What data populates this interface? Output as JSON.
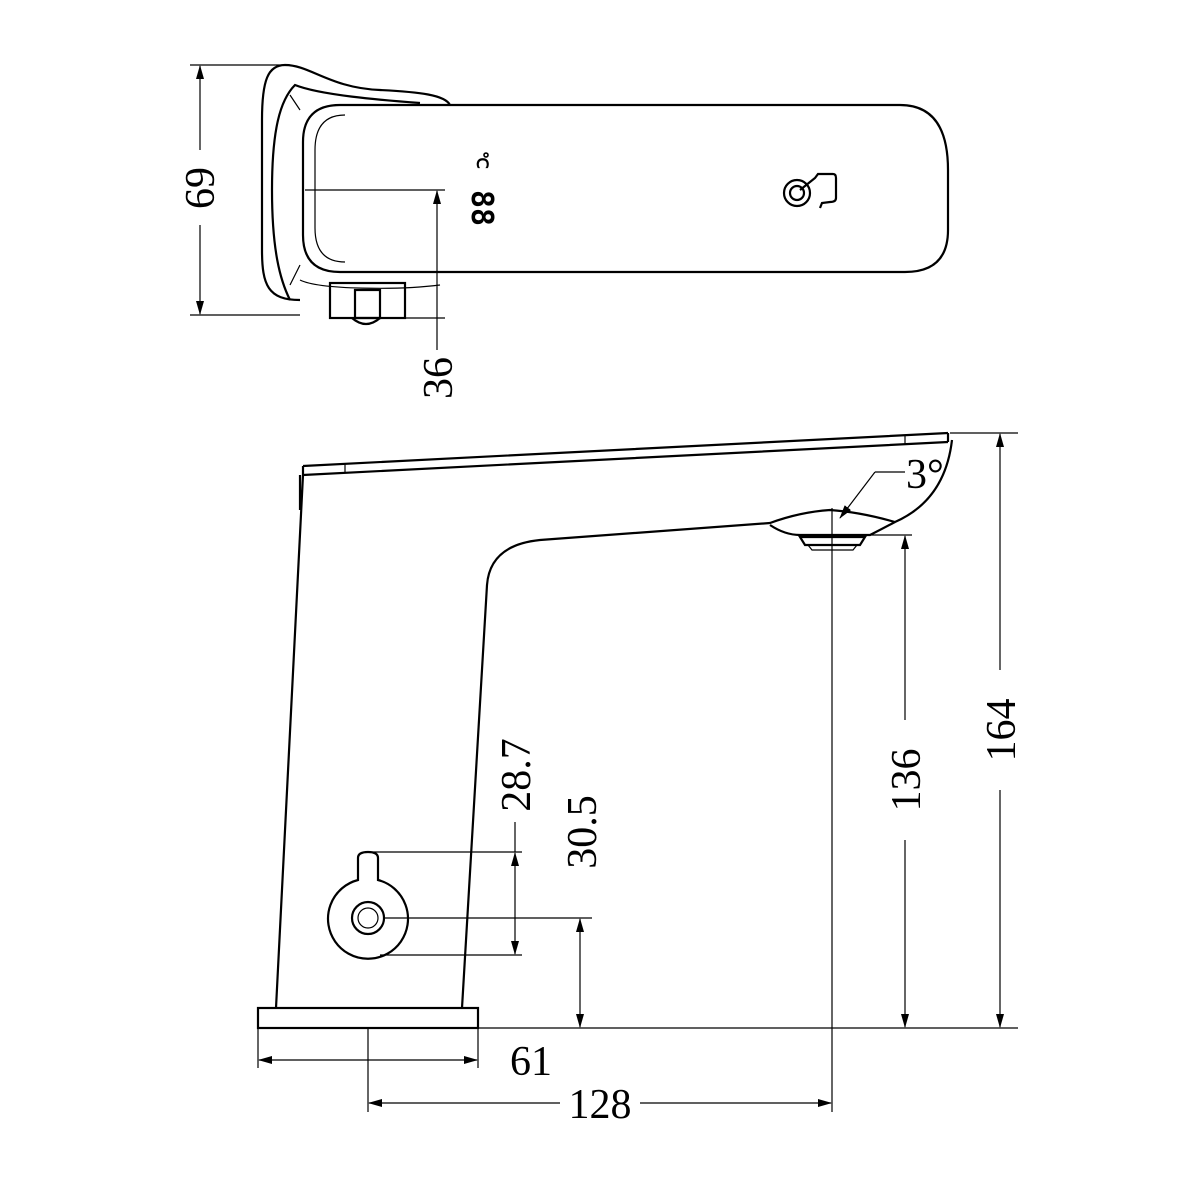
{
  "top_view": {
    "display": {
      "digits": "88",
      "unit": "℃"
    },
    "icons": [
      "temperature-display-icon",
      "touch-sensor-icon"
    ],
    "dimensions": {
      "height": "69",
      "outlet_offset": "36"
    }
  },
  "side_view": {
    "dimensions": {
      "spout_angle": "3°",
      "handle_notch": "28.7",
      "handle_center": "30.5",
      "outlet_height": "136",
      "overall_height": "164",
      "base_width": "61",
      "reach": "128"
    }
  },
  "colors": {
    "line": "#000000",
    "background": "#ffffff"
  }
}
